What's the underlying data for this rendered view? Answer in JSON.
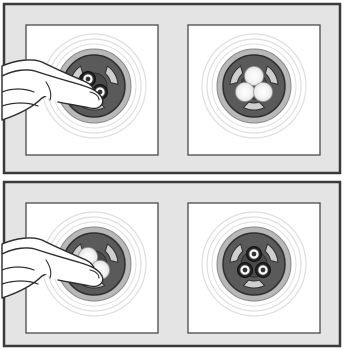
{
  "colors": {
    "background": "#ffffff",
    "panel_fill": "#e4e4e4",
    "panel_border": "#3a3a3a",
    "card_fill": "#ffffff",
    "card_border": "#4a4a4a",
    "halo": "#dedede",
    "bezel": "#b8b8b8",
    "knob_body": "#5a5a5a",
    "slot": "#cfcfcf",
    "lit_button": "#f2f2f2",
    "glow": "#e4e4e4",
    "unlit_button": "#ffffff",
    "unlit_center": "#333333",
    "finger_fill": "#ffffff",
    "finger_outline": "#2b2b2b"
  },
  "icons": {
    "finger": "pressing-finger-icon",
    "unlit_button": "unlit-button-icon",
    "lit_button": "lit-button-icon"
  },
  "panels": [
    {
      "name": "top-panel",
      "cards": [
        {
          "name": "top-left-card",
          "has_finger": true,
          "buttons": [
            "unlit",
            "unlit"
          ]
        },
        {
          "name": "top-right-card",
          "has_finger": false,
          "buttons": [
            "lit",
            "lit",
            "lit"
          ]
        }
      ]
    },
    {
      "name": "bottom-panel",
      "cards": [
        {
          "name": "bottom-left-card",
          "has_finger": true,
          "buttons": [
            "lit",
            "lit"
          ]
        },
        {
          "name": "bottom-right-card",
          "has_finger": false,
          "buttons": [
            "unlit",
            "unlit",
            "unlit"
          ]
        }
      ]
    }
  ]
}
